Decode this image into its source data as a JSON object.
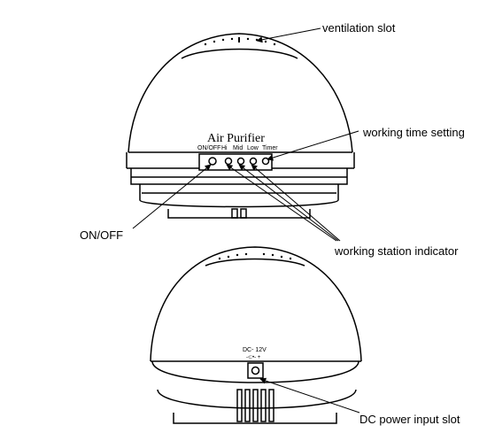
{
  "device_top": {
    "brand": "Air Purifier",
    "buttons": {
      "onoff": "ON/OFF",
      "hi": "Hi",
      "mid": "Mid",
      "low": "Low",
      "timer": "Timer"
    }
  },
  "device_bottom": {
    "dc_label": "DC- 12V",
    "polarity": "-⊂•- +"
  },
  "callouts": {
    "ventilation_slot": "ventilation slot",
    "working_time_setting": "working time setting",
    "on_off": "ON/OFF",
    "working_station_indicator": "working station indicator",
    "dc_power_input_slot": "DC power input slot"
  },
  "colors": {
    "line": "#000000",
    "background": "#ffffff"
  }
}
